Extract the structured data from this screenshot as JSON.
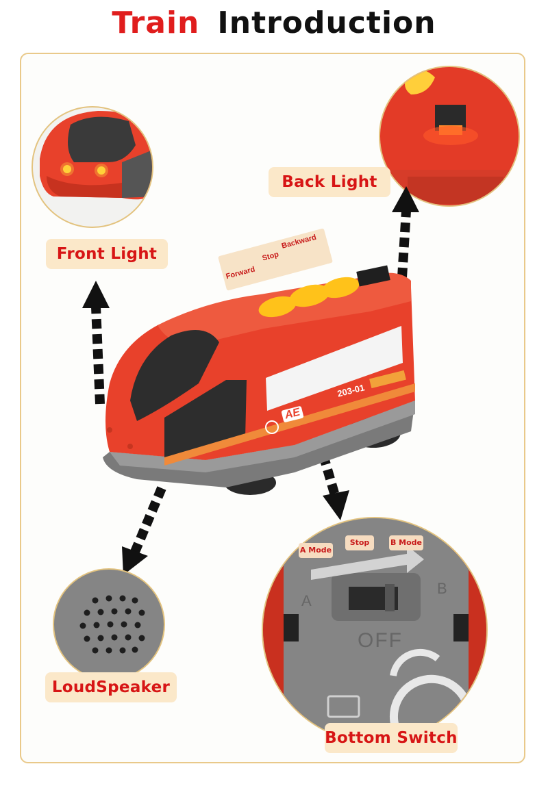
{
  "title": {
    "word1": "Train",
    "word2": "Introduction"
  },
  "labels": {
    "front_light": "Front Light",
    "back_light": "Back Light",
    "loudspeaker": "LoudSpeaker",
    "bottom_switch": "Bottom Switch"
  },
  "buttons_tag": {
    "forward": "Forward",
    "stop": "Stop",
    "backward": "Backward"
  },
  "train": {
    "number": "203-01",
    "logo": "AE"
  },
  "switch": {
    "a_mode": "A Mode",
    "stop": "Stop",
    "b_mode": "B Mode",
    "letter_a": "A",
    "letter_b": "B",
    "off": "OFF"
  },
  "colors": {
    "accent_red": "#e01d1d",
    "label_bg": "#fbe8c9",
    "frame_border": "#e9c98a",
    "train_red": "#e8412b"
  }
}
